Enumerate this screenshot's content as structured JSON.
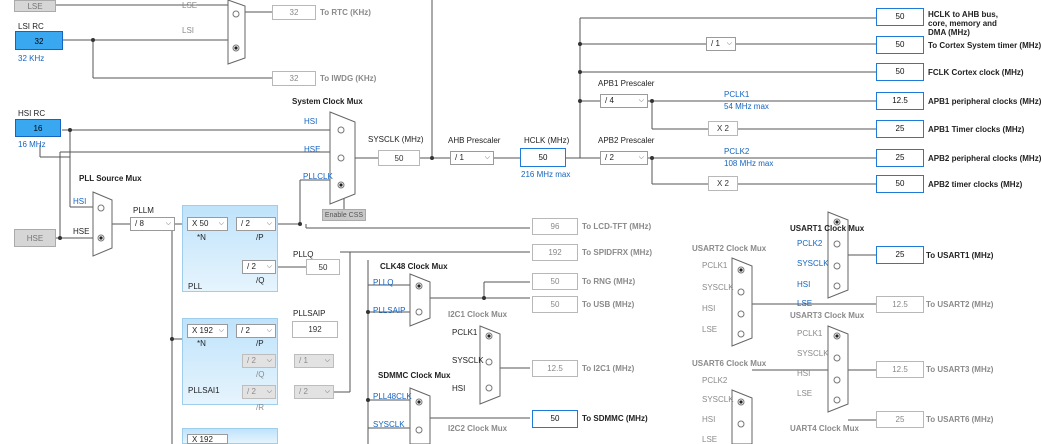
{
  "sources": {
    "lse": "LSE",
    "lsi_rc": "LSI RC",
    "lsi_value": "32",
    "lsi_freq": "32 KHz",
    "hsi_rc": "HSI RC",
    "hsi_value": "16",
    "hsi_freq": "16 MHz",
    "hse": "HSE"
  },
  "rtc": {
    "mux_lse": "LSE",
    "mux_lsi": "LSI",
    "value": "32",
    "label": "To RTC (KHz)"
  },
  "iwdg": {
    "value": "32",
    "label": "To IWDG (KHz)"
  },
  "sysclk_mux": {
    "title": "System Clock Mux",
    "hsi": "HSI",
    "hse": "HSE",
    "pllclk": "PLLCLK",
    "enable_css": "Enable CSS"
  },
  "pll_source_mux": {
    "title": "PLL Source Mux",
    "hsi": "HSI",
    "hse": "HSE"
  },
  "pllm": {
    "label": "PLLM",
    "value": "/ 8"
  },
  "pll": {
    "mult": "X 50",
    "n_label": "*N",
    "p_div": "/ 2",
    "p_label": "/P",
    "q_div": "/ 2",
    "q_label": "/Q",
    "pllq_label": "PLLQ",
    "pllq_value": "50",
    "name": "PLL"
  },
  "pllsai": {
    "mult": "X 192",
    "n_label": "*N",
    "p_div": "/ 2",
    "p_label": "/P",
    "pllsaip_label": "PLLSAIP",
    "pllsaip_value": "192",
    "q_div": "/ 2",
    "q_label": "/Q",
    "q_div2": "/ 1",
    "r_div": "/ 2",
    "r_label": "/R",
    "r_div2": "/ 2",
    "name": "PLLSAI1"
  },
  "pllsai2_mult": "X 192",
  "sysclk": {
    "label": "SYSCLK (MHz)",
    "value": "50"
  },
  "ahb": {
    "label": "AHB Prescaler",
    "value": "/ 1"
  },
  "hclk": {
    "label": "HCLK (MHz)",
    "value": "50",
    "max": "216 MHz max"
  },
  "apb1": {
    "label": "APB1 Prescaler",
    "value": "/ 4",
    "pclk": "PCLK1",
    "max": "54 MHz max",
    "timer_mult": "X 2"
  },
  "apb2": {
    "label": "APB2 Prescaler",
    "value": "/ 2",
    "pclk": "PCLK2",
    "max": "108 MHz max",
    "timer_mult": "X 2"
  },
  "cortex_div": "/ 1",
  "outputs_right": [
    {
      "value": "50",
      "label": "HCLK to AHB bus, core, memory and DMA (MHz)"
    },
    {
      "value": "50",
      "label": "To Cortex System timer (MHz)"
    },
    {
      "value": "50",
      "label": "FCLK Cortex clock (MHz)"
    },
    {
      "value": "12.5",
      "label": "APB1 peripheral clocks (MHz)"
    },
    {
      "value": "25",
      "label": "APB1 Timer clocks (MHz)"
    },
    {
      "value": "25",
      "label": "APB2 peripheral clocks (MHz)"
    },
    {
      "value": "50",
      "label": "APB2 timer clocks (MHz)"
    }
  ],
  "lcd": {
    "value": "96",
    "label": "To LCD-TFT (MHz)"
  },
  "spdifrx": {
    "value": "192",
    "label": "To SPIDFRX (MHz)"
  },
  "clk48": {
    "title": "CLK48 Clock Mux",
    "pllq": "PLLQ",
    "pllsaip": "PLLSAIP"
  },
  "rng": {
    "value": "50",
    "label": "To RNG (MHz)"
  },
  "usb": {
    "value": "50",
    "label": "To USB (MHz)"
  },
  "i2c1": {
    "title": "I2C1 Clock Mux",
    "pclk1": "PCLK1",
    "sysclk": "SYSCLK",
    "hsi": "HSI",
    "value": "12.5",
    "label": "To I2C1 (MHz)"
  },
  "sdmmc": {
    "title": "SDMMC Clock Mux",
    "pll48clk": "PLL48CLK",
    "sysclk": "SYSCLK",
    "value": "50",
    "label": "To SDMMC (MHz)"
  },
  "i2c2": {
    "title": "I2C2 Clock Mux"
  },
  "usart1": {
    "title": "USART1 Clock Mux",
    "pclk2": "PCLK2",
    "sysclk": "SYSCLK",
    "hsi": "HSI",
    "lse": "LSE",
    "value": "25",
    "label": "To USART1 (MHz)"
  },
  "usart2": {
    "title": "USART2 Clock Mux",
    "pclk1": "PCLK1",
    "sysclk": "SYSCLK",
    "hsi": "HSI",
    "lse": "LSE",
    "value": "12.5",
    "label": "To USART2 (MHz)"
  },
  "usart3": {
    "title": "USART3 Clock Mux",
    "pclk1": "PCLK1",
    "sysclk": "SYSCLK",
    "hsi": "HSI",
    "lse": "LSE",
    "value": "12.5",
    "label": "To USART3 (MHz)"
  },
  "usart6": {
    "title": "USART6 Clock Mux",
    "pclk2": "PCLK2",
    "sysclk": "SYSCLK",
    "hsi": "HSI",
    "lse": "LSE",
    "value": "25",
    "label": "To USART6 (MHz)"
  },
  "uart4": {
    "title": "UART4 Clock Mux"
  }
}
